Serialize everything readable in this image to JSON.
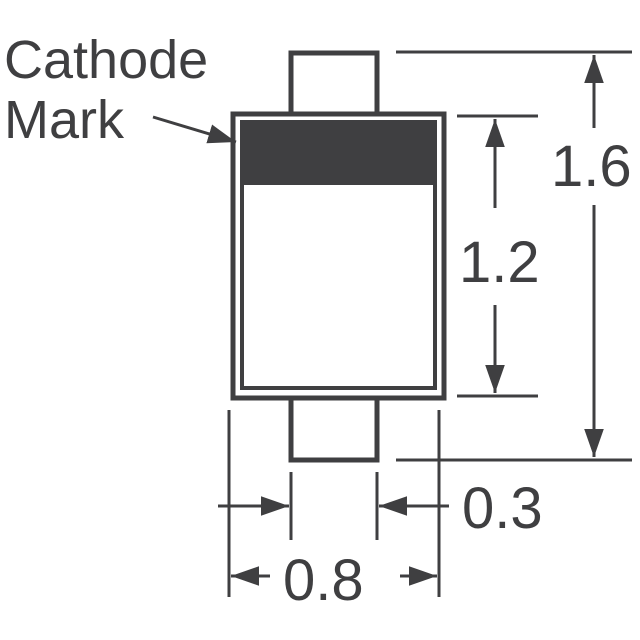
{
  "diagram": {
    "type": "package-outline-dimension-drawing",
    "colors": {
      "ink": "#3f3f41",
      "background": "#ffffff"
    },
    "labels": {
      "cathode_line1": "Cathode",
      "cathode_line2": "Mark"
    },
    "dimensions": {
      "total_length": "1.6",
      "body_length": "1.2",
      "total_width": "0.8",
      "lead_width": "0.3"
    }
  }
}
